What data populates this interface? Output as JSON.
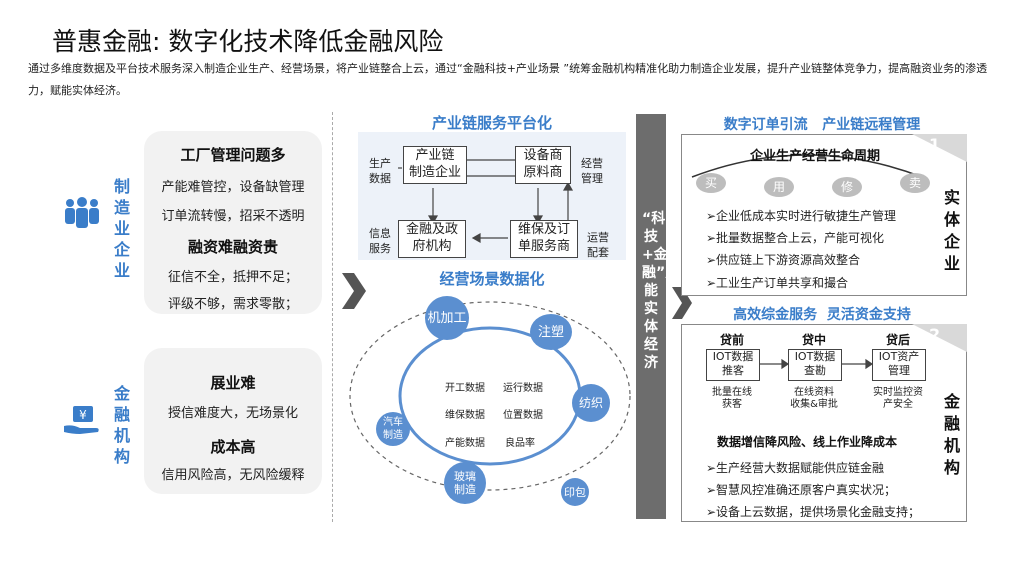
{
  "title": "普惠金融: 数字化技术降低金融风险",
  "intro": "通过多维度数据及平台技术服务深入制造企业生产、经营场景，将产业链整合上云，通过“金融科技+产业场景 ”统筹金融机构精准化助力制造企业发展，提升产业链整体竞争力，提高融资业务的渗透力，赋能实体经济。",
  "left": {
    "manufacturer": {
      "label": "制造业企业",
      "heading1": "工厂管理问题多",
      "lines1": [
        "产能难管控，设备缺管理",
        "订单流转慢，招采不透明"
      ],
      "heading2": "融资难融资贵",
      "lines2": [
        "征信不全，抵押不足；",
        "评级不够，需求零散；"
      ]
    },
    "bank": {
      "label": "金融机构",
      "heading1": "展业难",
      "line1": "授信难度大，无场景化",
      "heading2": "成本高",
      "line2": "信用风险高，无风险缓释"
    }
  },
  "middle": {
    "platform_title": "产业链服务平台化",
    "box_center": "产业链\n制造企业",
    "box_supplier": "设备商\n原料商",
    "box_gov": "金融及政\n府机构",
    "box_service": "维保及订\n单服务商",
    "label_prod": "生产\n数据",
    "label_ops": "经营\n管理",
    "label_info": "信息\n服务",
    "label_run": "运营\n配套",
    "scene_title": "经营场景数据化",
    "circles": [
      "机加工",
      "注塑",
      "纺织",
      "印包",
      "玻璃\n制造",
      "汽车\n制造"
    ],
    "inner": [
      "开工数据",
      "运行数据",
      "维保数据",
      "位置数据",
      "产能数据",
      "良品率"
    ]
  },
  "band_text": "“科技+金融”赋能实体经济",
  "right": {
    "top_title": "数字订单引流   产业链远程管理",
    "lifecycle": "企业生产经营生命周期",
    "pills": [
      "买",
      "用",
      "修",
      "卖"
    ],
    "num1": "1",
    "bullets1": [
      "➢企业低成本实时进行敏捷生产管理",
      "➢批量数据整合上云，产能可视化",
      "➢供应链上下游资源高效整合",
      "➢工业生产订单共享和撮合"
    ],
    "side1": "实体企业",
    "bottom_title": "高效综金服务  灵活资金支持",
    "num2": "2",
    "stages": [
      {
        "label": "贷前",
        "box": "IOT数据\n推客",
        "sub": "批量在线\n获客"
      },
      {
        "label": "贷中",
        "box": "IOT数据\n查勘",
        "sub": "在线资料\n收集&审批"
      },
      {
        "label": "贷后",
        "box": "IOT资产\n管理",
        "sub": "实时监控资\n产安全"
      }
    ],
    "mid_line": "数据增信降风险、线上作业降成本",
    "bullets2": [
      "➢生产经营大数据赋能供应链金融",
      "➢智慧风控准确还原客户真实状况；",
      "➢设备上云数据，提供场景化金融支持；"
    ],
    "side2": "金融机构"
  },
  "colors": {
    "accent": "#3a7dc9",
    "circle": "#5b8fd0",
    "band": "#6d6d6d",
    "panel": "#edf2f9"
  },
  "icons": [
    "people-icon",
    "bank-hand-icon",
    "chevron-right-icon"
  ]
}
